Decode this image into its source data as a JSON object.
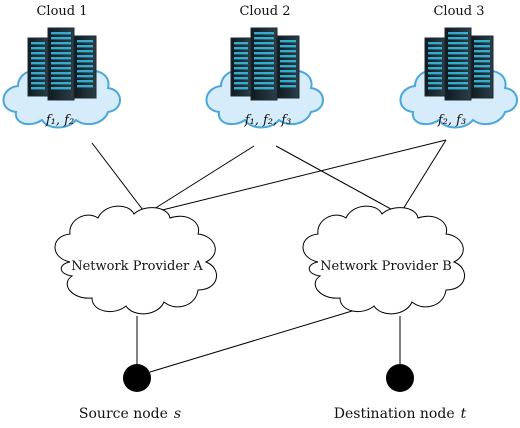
{
  "clouds": [
    {
      "title": "Cloud 1",
      "functions": "f₁, f₂"
    },
    {
      "title": "Cloud 2",
      "functions": "f₁, f₂, f₃"
    },
    {
      "title": "Cloud 3",
      "functions": "f₂, f₃"
    }
  ],
  "providers": [
    {
      "label": "Network Provider A"
    },
    {
      "label": "Network Provider B"
    }
  ],
  "nodes": [
    {
      "label": "Source node",
      "symbol": "s"
    },
    {
      "label": "Destination node",
      "symbol": "t"
    }
  ],
  "icons": {
    "cloud_fill": "#d6ecfa",
    "cloud_stroke": "#4aa6dc",
    "rack_dark": "#1c2a33",
    "rack_light": "#39c3ea"
  },
  "links": [
    [
      "Cloud 1",
      "Network Provider A"
    ],
    [
      "Cloud 2",
      "Network Provider A"
    ],
    [
      "Cloud 3",
      "Network Provider A"
    ],
    [
      "Cloud 2",
      "Network Provider B"
    ],
    [
      "Cloud 3",
      "Network Provider B"
    ],
    [
      "Network Provider A",
      "Source node"
    ],
    [
      "Network Provider B",
      "Source node"
    ],
    [
      "Network Provider B",
      "Destination node"
    ]
  ]
}
